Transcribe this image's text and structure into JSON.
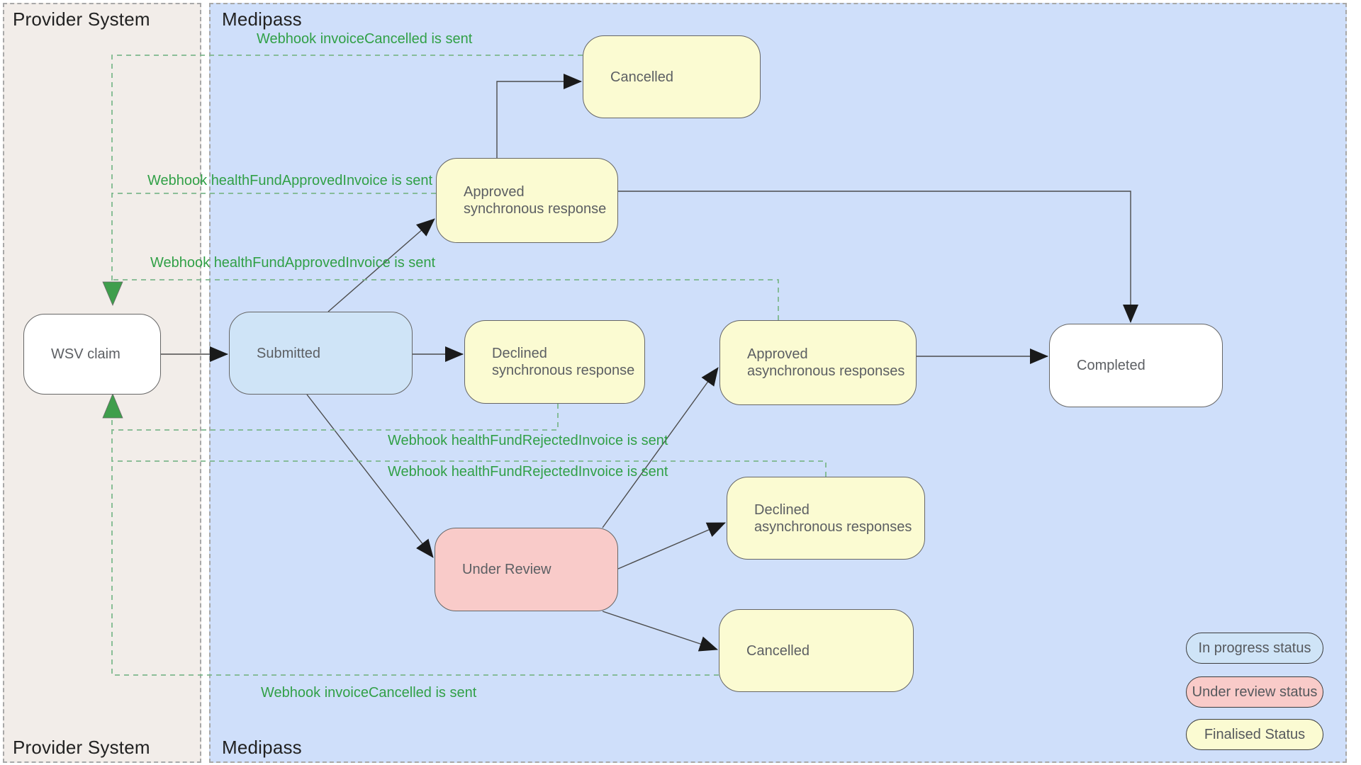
{
  "lanes": {
    "provider": {
      "title": "Provider System",
      "title_bottom": "Provider System"
    },
    "medipass": {
      "title": "Medipass",
      "title_bottom": "Medipass"
    }
  },
  "nodes": {
    "wsv_claim": {
      "label": "WSV claim",
      "status": "plain"
    },
    "submitted": {
      "label": "Submitted",
      "status": "in-progress"
    },
    "cancelled_top": {
      "label": "Cancelled",
      "status": "finalised"
    },
    "approved_sync": {
      "label": "Approved\nsynchronous response",
      "status": "finalised"
    },
    "declined_sync": {
      "label": "Declined\nsynchronous response",
      "status": "finalised"
    },
    "approved_async": {
      "label": "Approved\nasynchronous responses",
      "status": "finalised"
    },
    "declined_async": {
      "label": "Declined\nasynchronous responses",
      "status": "finalised"
    },
    "under_review": {
      "label": "Under Review",
      "status": "under-review"
    },
    "cancelled_bottom": {
      "label": "Cancelled",
      "status": "finalised"
    },
    "completed": {
      "label": "Completed",
      "status": "plain"
    }
  },
  "webhooks": {
    "invoice_cancelled_top": "Webhook invoiceCancelled is sent",
    "approved_sync": "Webhook healthFundApprovedInvoice is sent",
    "approved_async": "Webhook healthFundApprovedInvoice is sent",
    "rejected_sync": "Webhook healthFundRejectedInvoice is sent",
    "rejected_async": "Webhook healthFundRejectedInvoice is sent",
    "invoice_cancelled_bottom": "Webhook invoiceCancelled is sent"
  },
  "legend": {
    "in_progress": {
      "label": "In progress status",
      "color": "#cfe4f7"
    },
    "under_review": {
      "label": "Under review status",
      "color": "#f9cbc9"
    },
    "finalised": {
      "label": "Finalised Status",
      "color": "#fbfbd2"
    }
  },
  "colors": {
    "laneProvider": "#f2ede9",
    "laneMedipass": "#cfdffa",
    "laneBorder": "#a8a8a8",
    "laneTitle": "#222222",
    "nodeProgress": "#cfe4f7",
    "nodeReview": "#f9cbc9",
    "nodeFinal": "#fbfbd2",
    "nodePlain": "#ffffff",
    "nodeBorder": "#666666",
    "nodeText": "#5c5f63",
    "edge": "#4c4c4c",
    "arrow": "#1a1a1a",
    "webhookText": "#31a047",
    "webhookDash": "#7db88d",
    "greenArrow": "#3f9e4c"
  }
}
